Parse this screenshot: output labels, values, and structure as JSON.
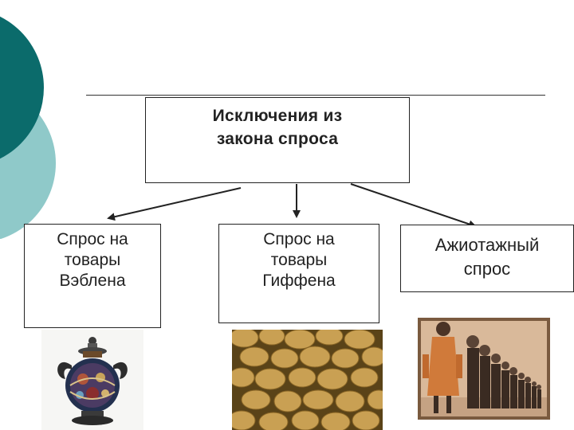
{
  "diagram": {
    "root": {
      "label": "Исключения из\nзакона спроса"
    },
    "children": [
      {
        "id": "veblen",
        "label": "Спрос на\nтовары\nВэблена",
        "image": "ornate-vase-image"
      },
      {
        "id": "giffen",
        "label": "Спрос на\nтовары\nГиффена",
        "image": "potatoes-image"
      },
      {
        "id": "ajio",
        "label": "Ажиотажный\nспрос",
        "image": "queue-of-people-image"
      }
    ]
  },
  "colors": {
    "teal_dark": "#0b6b6b",
    "teal_light": "#8fc9c9",
    "line": "#222222"
  }
}
